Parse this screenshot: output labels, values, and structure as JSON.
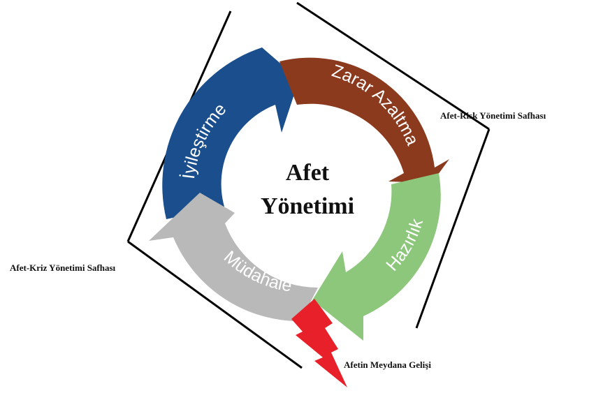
{
  "center": {
    "line1": "Afet",
    "line2": "Yönetimi"
  },
  "segments": {
    "iyilestirme": {
      "label": "İyileştirme",
      "color": "#1a4e8c"
    },
    "zarar_azaltma": {
      "label": "Zarar Azaltma",
      "color": "#8b3a1e"
    },
    "hazirlik": {
      "label": "Hazırlık",
      "color": "#8dc77b"
    },
    "mudahale": {
      "label": "Müdahale",
      "color": "#b9b9b9"
    }
  },
  "labels": {
    "risk_phase": "Afet-Risk Yönetimi Safhası",
    "crisis_phase": "Afet-Kriz Yönetimi Safhası",
    "disaster_event": "Afetin Meydana Gelişi"
  },
  "colors": {
    "lightning": "#e8202a",
    "frame": "#000000"
  }
}
